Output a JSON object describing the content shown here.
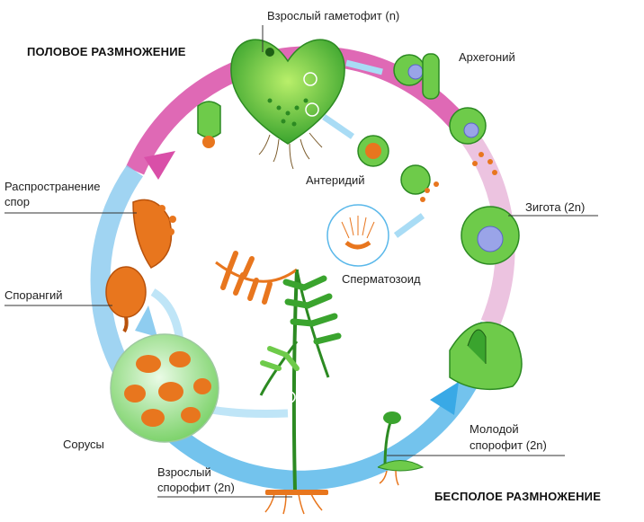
{
  "headings": {
    "sexual": "ПОЛОВОЕ РАЗМНОЖЕНИЕ",
    "asexual": "БЕСПОЛОЕ РАЗМНОЖЕНИЕ"
  },
  "labels": {
    "gametophyte": "Взрослый гаметофит (n)",
    "archegonium": "Архегоний",
    "antheridium": "Антеридий",
    "zygote": "Зигота (2n)",
    "spermatozoid": "Сперматозоид",
    "spore_dispersal_1": "Распространение",
    "spore_dispersal_2": "спор",
    "sporangium": "Спорангий",
    "sori": "Сорусы",
    "young_sporophyte_1": "Молодой",
    "young_sporophyte_2": "спорофит (2n)",
    "adult_sporophyte_1": "Взрослый",
    "adult_sporophyte_2": "спорофит (2n)"
  },
  "colors": {
    "cycle_pink": "#d94fa8",
    "cycle_blue": "#39a9e6",
    "plant_green": "#4caf3a",
    "spore_orange": "#e8761e"
  }
}
